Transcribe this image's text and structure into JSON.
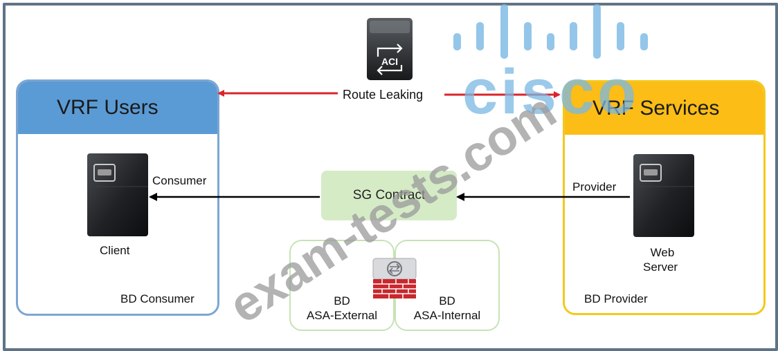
{
  "vrf_users": {
    "title": "VRF Users",
    "bd_label": "BD Consumer",
    "border_color": "#7ca6d2",
    "header_color": "#5b9bd5"
  },
  "vrf_services": {
    "title": "VRF Services",
    "bd_label": "BD Provider",
    "border_color": "#f4c81c",
    "header_color": "#fbbd16"
  },
  "aci": {
    "icon_label": "ACI",
    "route_leaking_label": "Route Leaking"
  },
  "client": {
    "role_label": "Consumer",
    "name_label": "Client"
  },
  "web_server": {
    "role_label": "Provider",
    "name_line1": "Web",
    "name_line2": "Server"
  },
  "contract": {
    "label": "SG Contract"
  },
  "asa_external": {
    "line1": "BD",
    "line2": "ASA-External"
  },
  "asa_internal": {
    "line1": "BD",
    "line2": "ASA-Internal"
  },
  "watermarks": {
    "logo_text": "cisco",
    "site_text": "exam-tests.com"
  },
  "colors": {
    "route_arrow": "#d9252b",
    "contract_arrow": "#000000",
    "contract_fill": "#d5ebc6",
    "asa_border": "#c6e3b4"
  }
}
